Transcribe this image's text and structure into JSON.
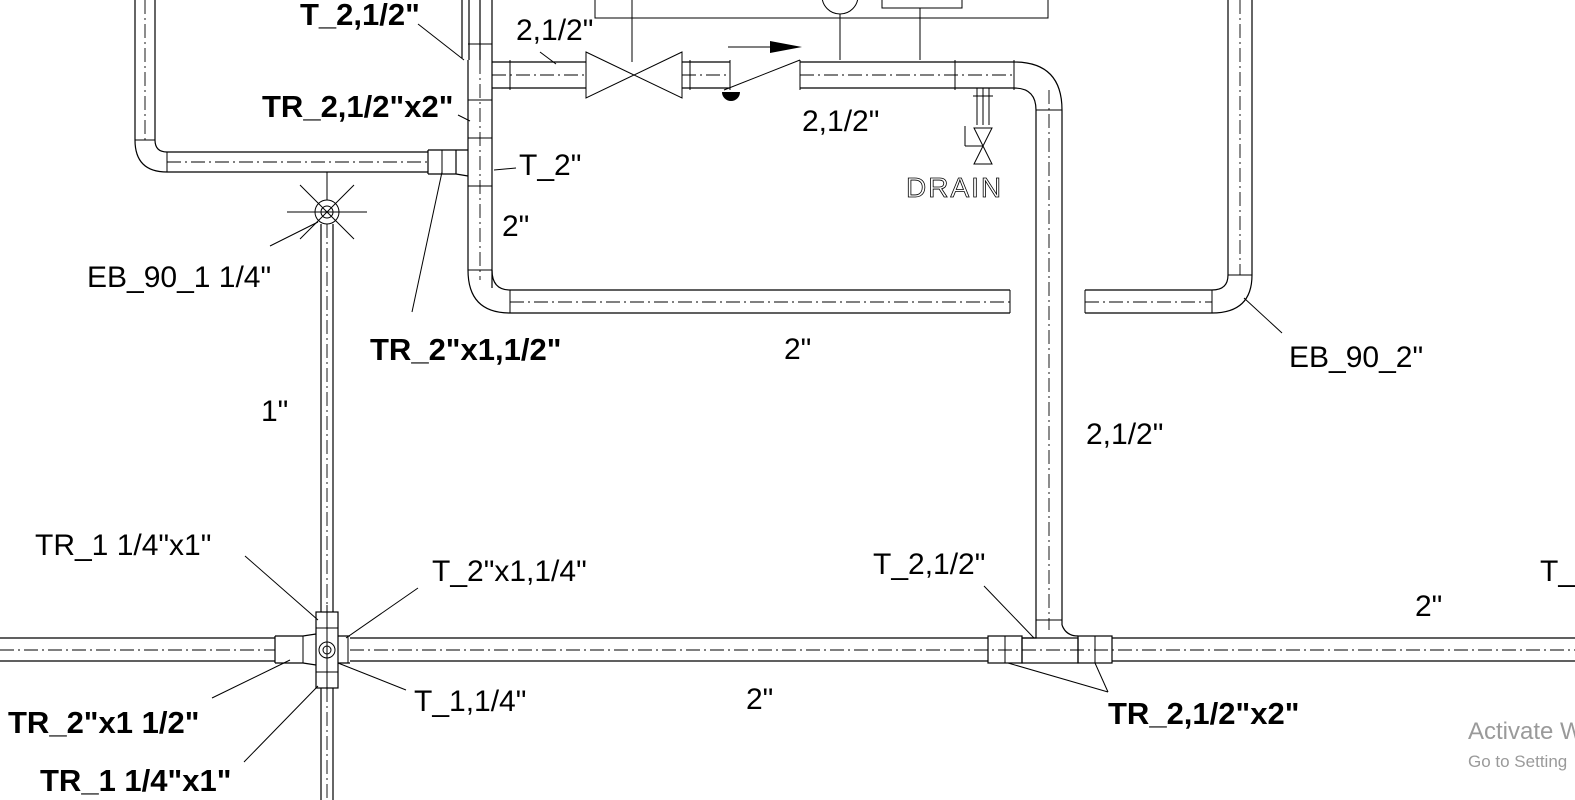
{
  "labels": {
    "t_2_1_2_top": "T_2,1/2\"",
    "size_2_1_2_top": "2,1/2\"",
    "tr_2_1_2_x2_top": "TR_2,1/2\"x2\"",
    "t_2": "T_2\"",
    "size_2_1_2_mid": "2,1/2\"",
    "drain": "DRAIN",
    "size_2_left": "2\"",
    "eb_90_1_1_4": "EB_90_1 1/4\"",
    "tr_2_x1_1_2_top": "TR_2\"x1,1/2\"",
    "size_2_center": "2\"",
    "eb_90_2": "EB_90_2\"",
    "size_1": "1\"",
    "size_2_1_2_riser": "2,1/2\"",
    "tr_1_1_4_x1_top": "TR_1 1/4\"x1\"",
    "t_2_x1_1_4": "T_2\"x1,1/4\"",
    "t_2_1_2_bottom": "T_2,1/2\"",
    "size_2_right": "2\"",
    "t_partial_right": "T_",
    "tr_2_x1_1_2_bottom": "TR_2\"x1 1/2\"",
    "t_1_1_4": "T_1,1/4\"",
    "size_2_bottom": "2\"",
    "tr_2_1_2_x2_bottom": "TR_2,1/2\"x2\"",
    "tr_1_1_4_x1_bottom": "TR_1 1/4\"x1\""
  },
  "watermark": {
    "line1": "Activate W",
    "line2": "Go to Setting"
  }
}
